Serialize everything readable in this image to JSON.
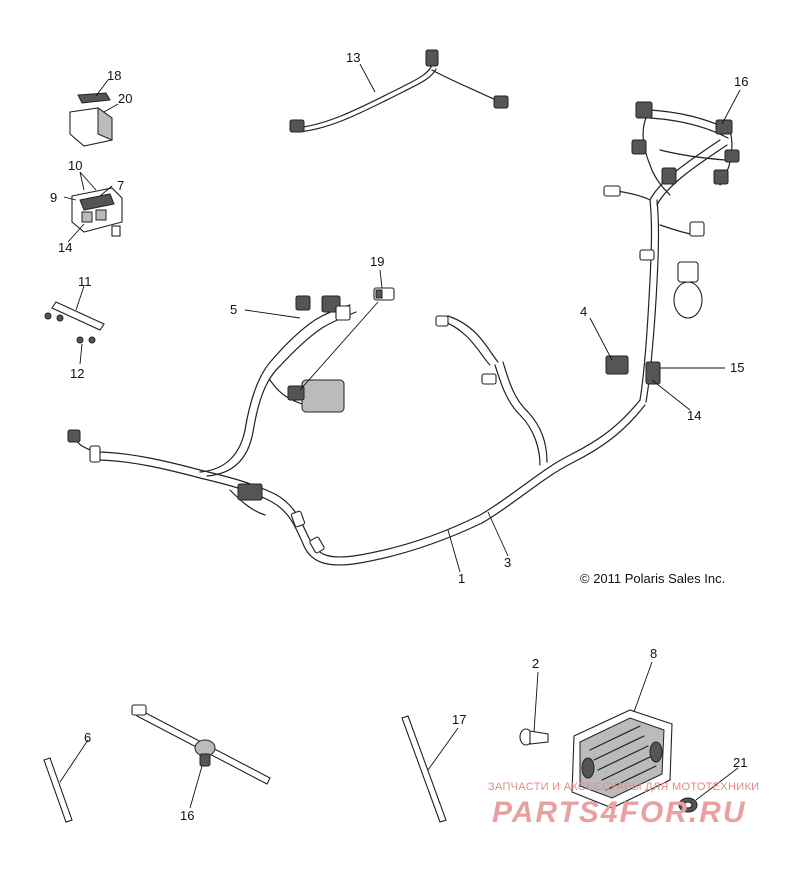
{
  "diagram": {
    "copyright": "© 2011 Polaris Sales Inc.",
    "watermark": {
      "line1": "ЗАПЧАСТИ И АКСЕССУАРЫ ДЛЯ МОТОТЕХНИКИ",
      "line2": "PARTS4FOR.RU"
    },
    "callouts": [
      {
        "id": "c1",
        "text": "1"
      },
      {
        "id": "c2",
        "text": "2"
      },
      {
        "id": "c3",
        "text": "3"
      },
      {
        "id": "c4",
        "text": "4"
      },
      {
        "id": "c5",
        "text": "5"
      },
      {
        "id": "c6",
        "text": "6"
      },
      {
        "id": "c7",
        "text": "7"
      },
      {
        "id": "c8",
        "text": "8"
      },
      {
        "id": "c9",
        "text": "9"
      },
      {
        "id": "c10",
        "text": "10"
      },
      {
        "id": "c11",
        "text": "11"
      },
      {
        "id": "c12",
        "text": "12"
      },
      {
        "id": "c13",
        "text": "13"
      },
      {
        "id": "c14a",
        "text": "14"
      },
      {
        "id": "c14b",
        "text": "14"
      },
      {
        "id": "c15",
        "text": "15"
      },
      {
        "id": "c16a",
        "text": "16"
      },
      {
        "id": "c16b",
        "text": "16"
      },
      {
        "id": "c17",
        "text": "17"
      },
      {
        "id": "c18",
        "text": "18"
      },
      {
        "id": "c19",
        "text": "19"
      },
      {
        "id": "c20",
        "text": "20"
      },
      {
        "id": "c21",
        "text": "21"
      }
    ]
  }
}
